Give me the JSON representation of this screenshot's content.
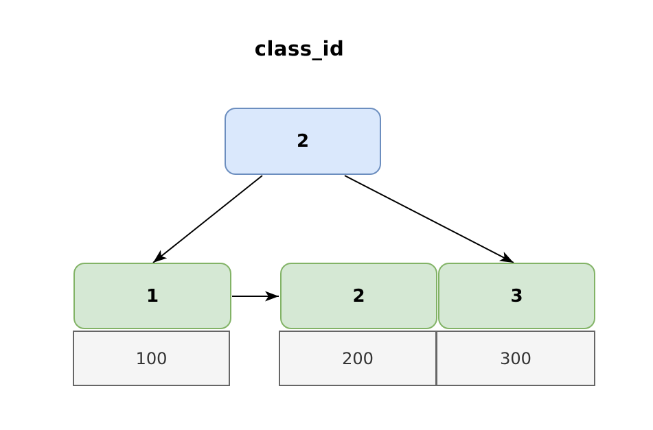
{
  "diagram": {
    "title": "class_id",
    "root": {
      "label": "2"
    },
    "nodes": [
      {
        "label": "1",
        "value": "100"
      },
      {
        "label": "2",
        "value": "200"
      },
      {
        "label": "3",
        "value": "300"
      }
    ],
    "edges": [
      {
        "from": "root",
        "to": "node-1"
      },
      {
        "from": "root",
        "to": "node-3"
      },
      {
        "from": "node-1",
        "to": "node-2"
      }
    ],
    "colors": {
      "root_fill": "#dae8fc",
      "root_stroke": "#6c8ebf",
      "node_fill": "#d5e8d4",
      "node_stroke": "#82b366",
      "value_fill": "#f5f5f5",
      "value_stroke": "#666666",
      "arrow": "#000000",
      "value_text": "#333333",
      "label_text": "#000000"
    }
  }
}
